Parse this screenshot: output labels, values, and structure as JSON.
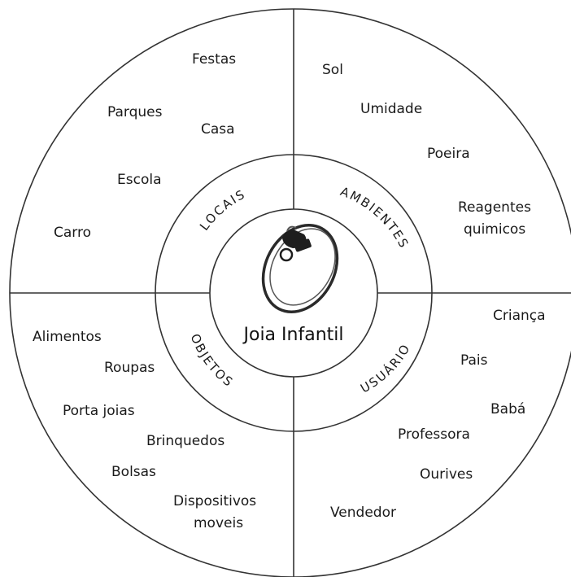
{
  "center": {
    "title": "Joia Infantil"
  },
  "quadrants": {
    "locais": {
      "label": "LOCAIS",
      "items": [
        "Festas",
        "Parques",
        "Casa",
        "Escola",
        "Carro"
      ]
    },
    "ambientes": {
      "label": "AMBIENTES",
      "items": [
        "Sol",
        "Umidade",
        "Poeira",
        "Reagentes",
        "quimicos"
      ]
    },
    "objetos": {
      "label": "OBJETOS",
      "items": [
        "Alimentos",
        "Roupas",
        "Porta joias",
        "Brinquedos",
        "Bolsas",
        "Dispositivos",
        "moveis"
      ]
    },
    "usuario": {
      "label": "USUÁRIO",
      "items": [
        "Criança",
        "Pais",
        "Babá",
        "Professora",
        "Ourives",
        "Vendedor"
      ]
    }
  },
  "colors": {
    "line": "#333333",
    "text": "#1a1a1a",
    "background": "#ffffff"
  },
  "icons": {
    "center": "pacifier-necklace-icon"
  }
}
